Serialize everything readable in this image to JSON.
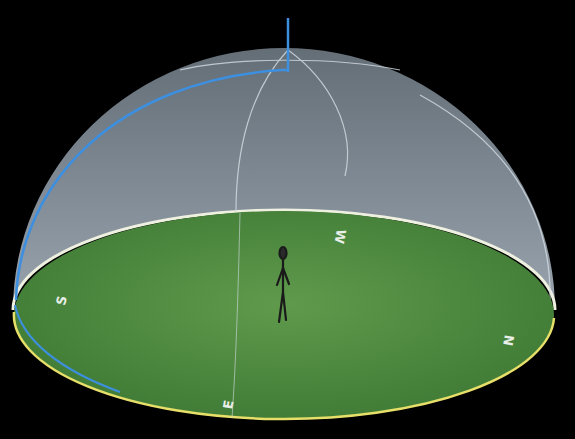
{
  "diagram": {
    "labels": [
      "S",
      "W",
      "N",
      "E"
    ]
  }
}
